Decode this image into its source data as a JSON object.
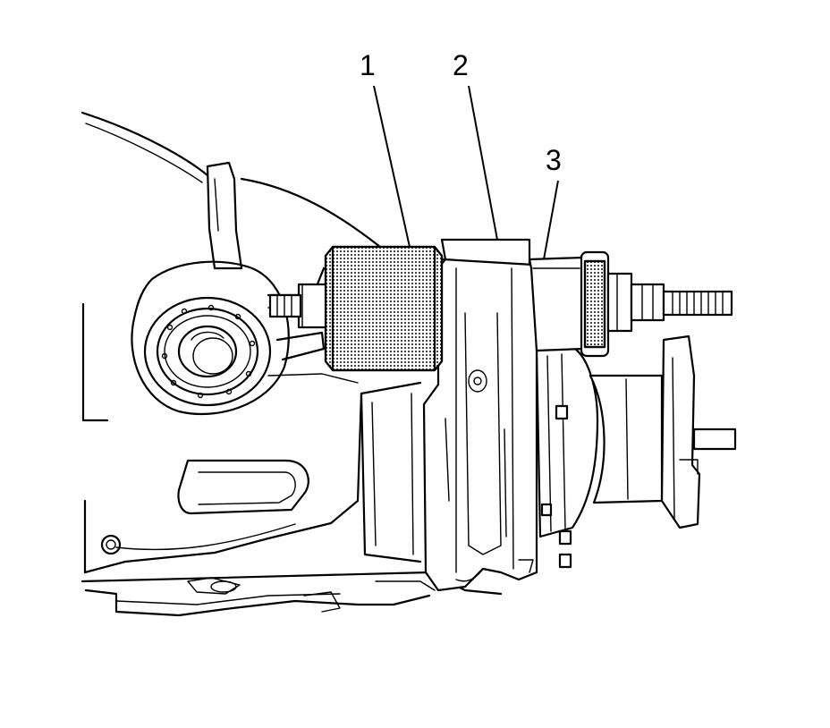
{
  "callouts": [
    {
      "id": "1",
      "text": "1"
    },
    {
      "id": "2",
      "text": "2"
    },
    {
      "id": "3",
      "text": "3"
    }
  ],
  "colors": {
    "line": "#000000",
    "background": "#ffffff",
    "knurl": "#b8b8b8"
  }
}
